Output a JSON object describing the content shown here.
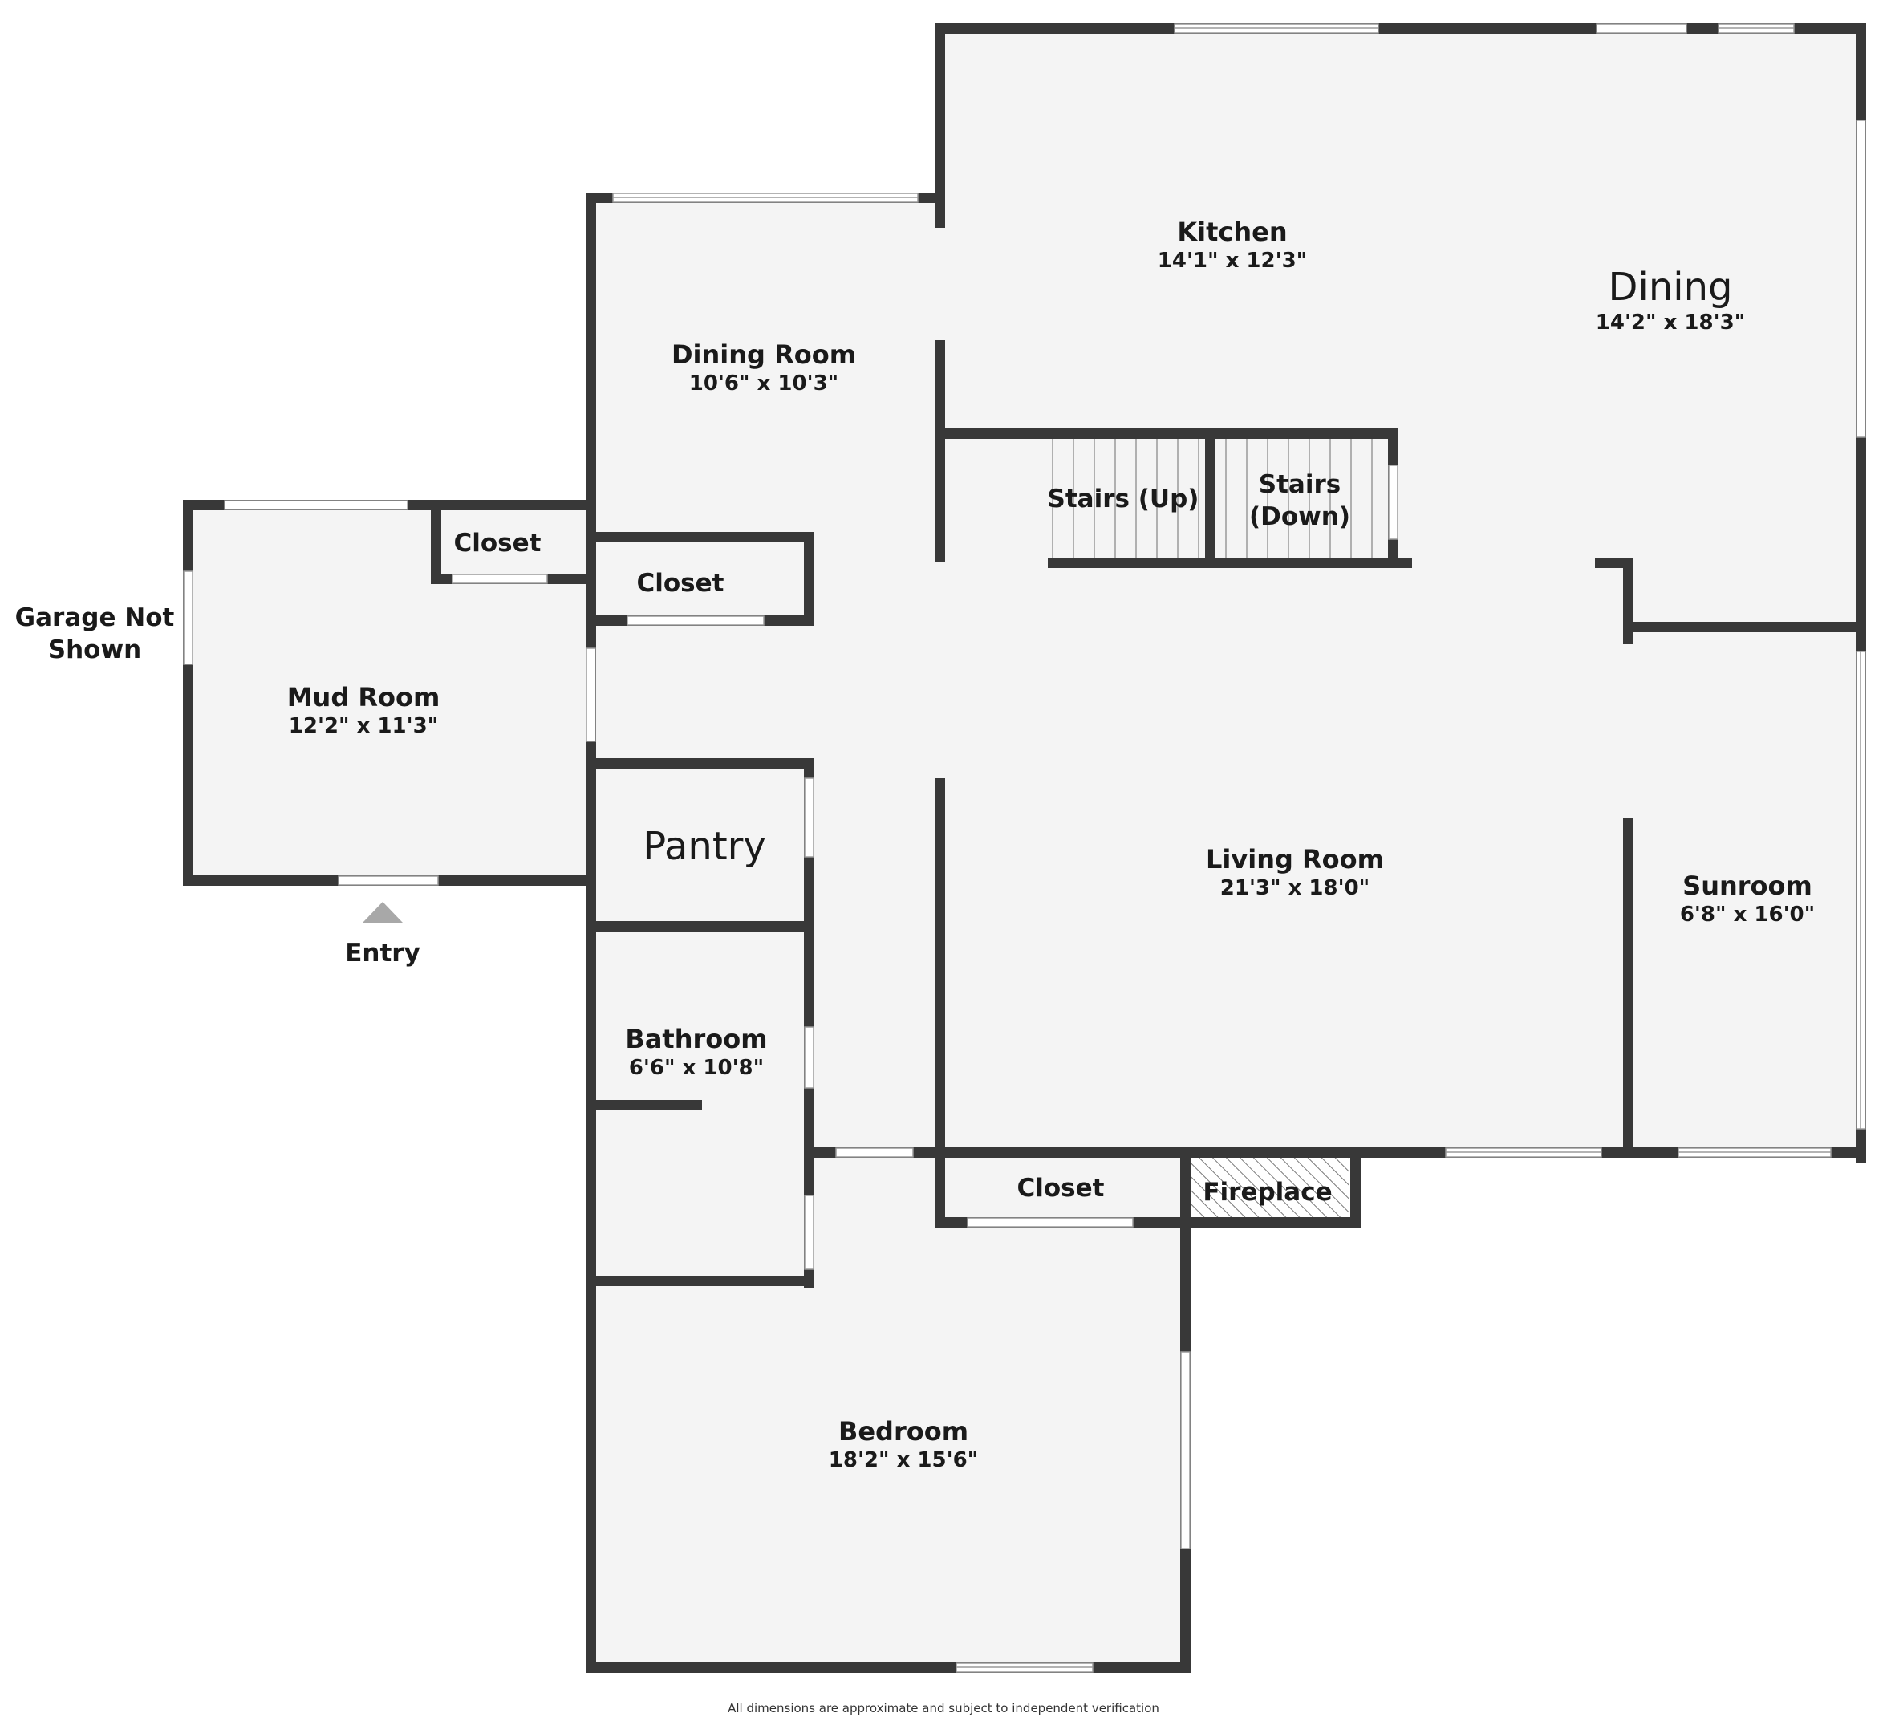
{
  "plan": {
    "rooms": [
      {
        "name": "Kitchen",
        "dim": "14'1\" x 12'3\""
      },
      {
        "name": "Dining",
        "dim": "14'2\" x 18'3\""
      },
      {
        "name": "Dining Room",
        "dim": "10'6\" x 10'3\""
      },
      {
        "name": "Mud Room",
        "dim": "12'2\" x 11'3\""
      },
      {
        "name": "Living Room",
        "dim": "21'3\" x 18'0\""
      },
      {
        "name": "Sunroom",
        "dim": "6'8\" x 16'0\""
      },
      {
        "name": "Bathroom",
        "dim": "6'6\" x 10'8\""
      },
      {
        "name": "Bedroom",
        "dim": "18'2\" x 15'6\""
      }
    ],
    "labels": {
      "closet_mud": "Closet",
      "closet_hall": "Closet",
      "closet_bedroom": "Closet",
      "pantry": "Pantry",
      "stairs_up": "Stairs (Up)",
      "stairs_down_line1": "Stairs",
      "stairs_down_line2": "(Down)",
      "fireplace": "Fireplace",
      "entry": "Entry",
      "garage_line1": "Garage Not",
      "garage_line2": "Shown"
    },
    "disclaimer": "All dimensions are approximate and subject to independent verification",
    "colors": {
      "wall": "#383838",
      "floor": "#f4f4f4",
      "window": "#ffffff",
      "entry_marker": "#a8a8a8"
    }
  }
}
